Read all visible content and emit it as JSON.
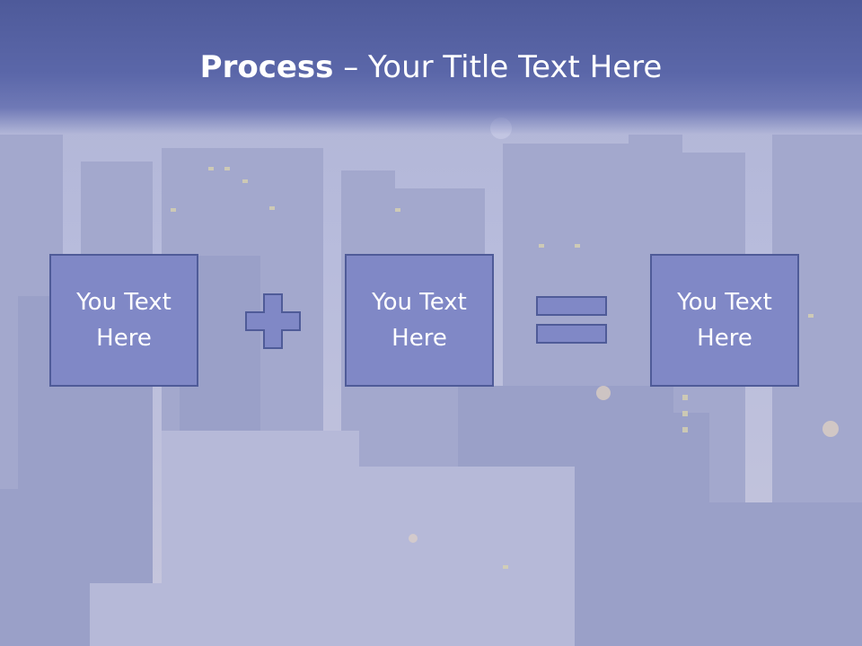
{
  "slide": {
    "title_bold": "Process",
    "title_sep": " – ",
    "title_rest": "Your Title Text Here"
  },
  "process": {
    "boxes": [
      {
        "text": "You Text Here"
      },
      {
        "text": "You Text Here"
      },
      {
        "text": "You Text Here"
      }
    ],
    "operators": [
      "plus-icon",
      "equals-icon"
    ]
  },
  "colors": {
    "header": "#5b67a9",
    "box_fill": "#8088c6",
    "box_border": "#4f5b98",
    "title_text": "#ffffff"
  }
}
